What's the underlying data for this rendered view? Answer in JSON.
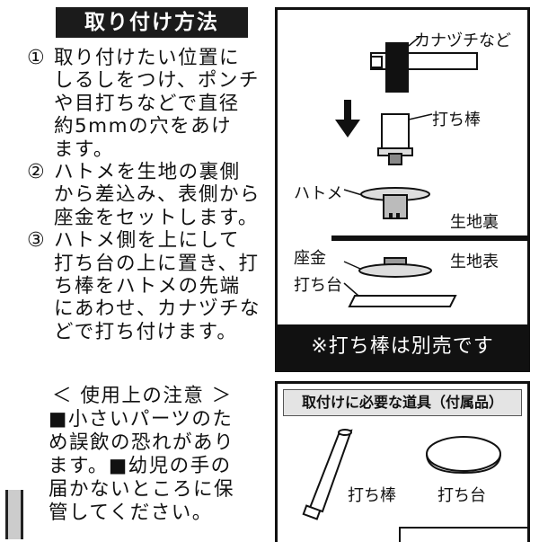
{
  "instructions": {
    "title": "取り付け方法",
    "steps": [
      {
        "num": "①",
        "text": "取り付けたい位置に\nしるしをつけ、ポンチ\nや目打ちなどで直径\n約5mmの穴をあけ\nます。"
      },
      {
        "num": "②",
        "text": "ハトメを生地の裏側\nから差込み、表側から\n座金をセットします。"
      },
      {
        "num": "③",
        "text": "ハトメ側を上にして\n打ち台の上に置き、打\nち棒をハトメの先端\nにあわせ、カナヅチな\nどで打ち付けます。"
      }
    ]
  },
  "caution": {
    "heading": "＜ 使用上の注意 ＞",
    "text": "■小さいパーツのた\nめ誤飲の恐れがあり\nます。■幼児の手の\n届かないところに保\n管してください。"
  },
  "diagram": {
    "labels": {
      "hammer": "カナヅチなど",
      "punch": "打ち棒",
      "grommet": "ハトメ",
      "fabric_back": "生地裏",
      "fabric_front": "生地表",
      "washer": "座金",
      "anvil": "打ち台"
    },
    "note": "※打ち棒は別売です"
  },
  "tools": {
    "heading": "取付けに必要な道具（付属品）",
    "punch_label": "打ち棒",
    "anvil_label": "打ち台"
  }
}
